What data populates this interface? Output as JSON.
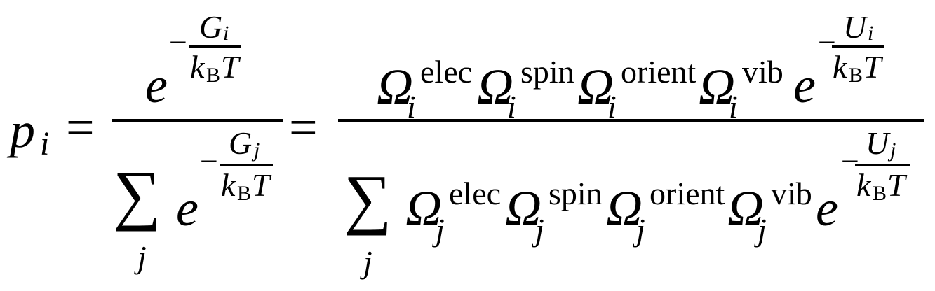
{
  "equation": {
    "lhs": {
      "var": "p",
      "sub": "i"
    },
    "equals": "=",
    "minus": "−",
    "middle_fraction": {
      "numerator": {
        "base": "e",
        "exp_num": {
          "var": "G",
          "sub": "i"
        },
        "exp_den": {
          "k": "k",
          "B": "B",
          "T": "T"
        }
      },
      "denominator": {
        "sum": "∑",
        "sum_index": "j",
        "base": "e",
        "exp_num": {
          "var": "G",
          "sub": "j"
        },
        "exp_den": {
          "k": "k",
          "B": "B",
          "T": "T"
        }
      }
    },
    "right_fraction": {
      "numerator": {
        "omega": "Ω",
        "index": "i",
        "factors": [
          "elec",
          "spin",
          "orient",
          "vib"
        ],
        "base": "e",
        "exp_num": {
          "var": "U",
          "sub": "i"
        },
        "exp_den": {
          "k": "k",
          "B": "B",
          "T": "T"
        }
      },
      "denominator": {
        "sum": "∑",
        "sum_index": "j",
        "omega": "Ω",
        "index": "j",
        "factors": [
          "elec",
          "spin",
          "orient",
          "vib"
        ],
        "base": "e",
        "exp_num": {
          "var": "U",
          "sub": "j"
        },
        "exp_den": {
          "k": "k",
          "B": "B",
          "T": "T"
        }
      }
    }
  }
}
